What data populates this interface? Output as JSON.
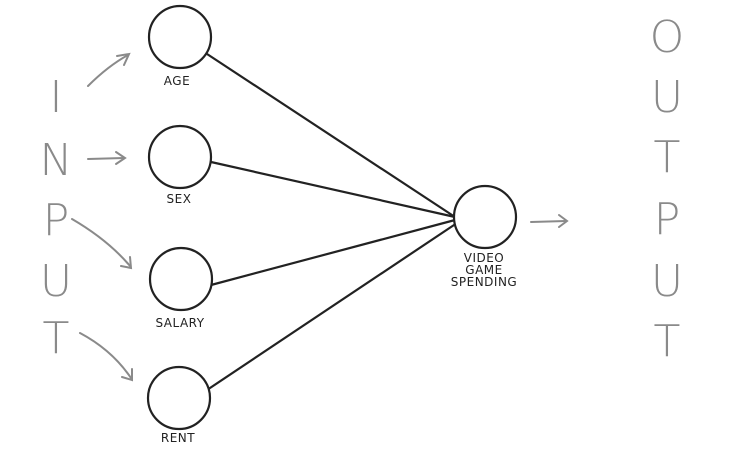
{
  "input_word": [
    "I",
    "N",
    "P",
    "U",
    "T"
  ],
  "output_word": [
    "O",
    "U",
    "T",
    "P",
    "U",
    "T"
  ],
  "inputs": [
    {
      "label": "AGE"
    },
    {
      "label": "SEX"
    },
    {
      "label": "SALARY"
    },
    {
      "label": "RENT"
    }
  ],
  "output_node": {
    "label_lines": [
      "VIDEO",
      "GAME",
      "SPENDING"
    ]
  },
  "colors": {
    "stroke": "#222222",
    "sketch_gray": "#8a8a8a"
  }
}
